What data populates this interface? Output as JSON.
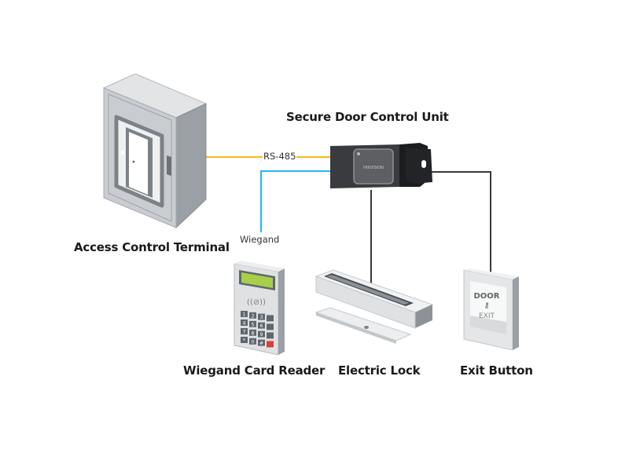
{
  "diagram": {
    "title": "Secure Door Control Unit wiring",
    "nodes": {
      "terminal": {
        "label": "Access Control Terminal",
        "icon": "access-control-cabinet-icon"
      },
      "control_unit": {
        "label": "Secure Door Control Unit",
        "icon": "door-control-unit-icon",
        "brand_mark": "HIKVISION"
      },
      "card_reader": {
        "label": "Wiegand Card Reader",
        "icon": "keypad-card-reader-icon"
      },
      "electric_lock": {
        "label": "Electric Lock",
        "icon": "magnetic-lock-icon"
      },
      "exit_button": {
        "label": "Exit Button",
        "icon": "exit-button-icon",
        "face_top": "DOOR",
        "face_bottom": "EXIT"
      }
    },
    "connections": [
      {
        "from": "terminal",
        "to": "control_unit",
        "label": "RS-485",
        "color": "#f5b81c"
      },
      {
        "from": "control_unit",
        "to": "card_reader",
        "label": "Wiegand",
        "color": "#29b6f0"
      },
      {
        "from": "control_unit",
        "to": "electric_lock",
        "label": "",
        "color": "#333333"
      },
      {
        "from": "control_unit",
        "to": "exit_button",
        "label": "",
        "color": "#333333"
      }
    ],
    "keypad_keys": [
      "1",
      "2",
      "3",
      "",
      "4",
      "5",
      "6",
      "",
      "7",
      "8",
      "9",
      "",
      "*",
      "0",
      "#",
      "X"
    ]
  }
}
